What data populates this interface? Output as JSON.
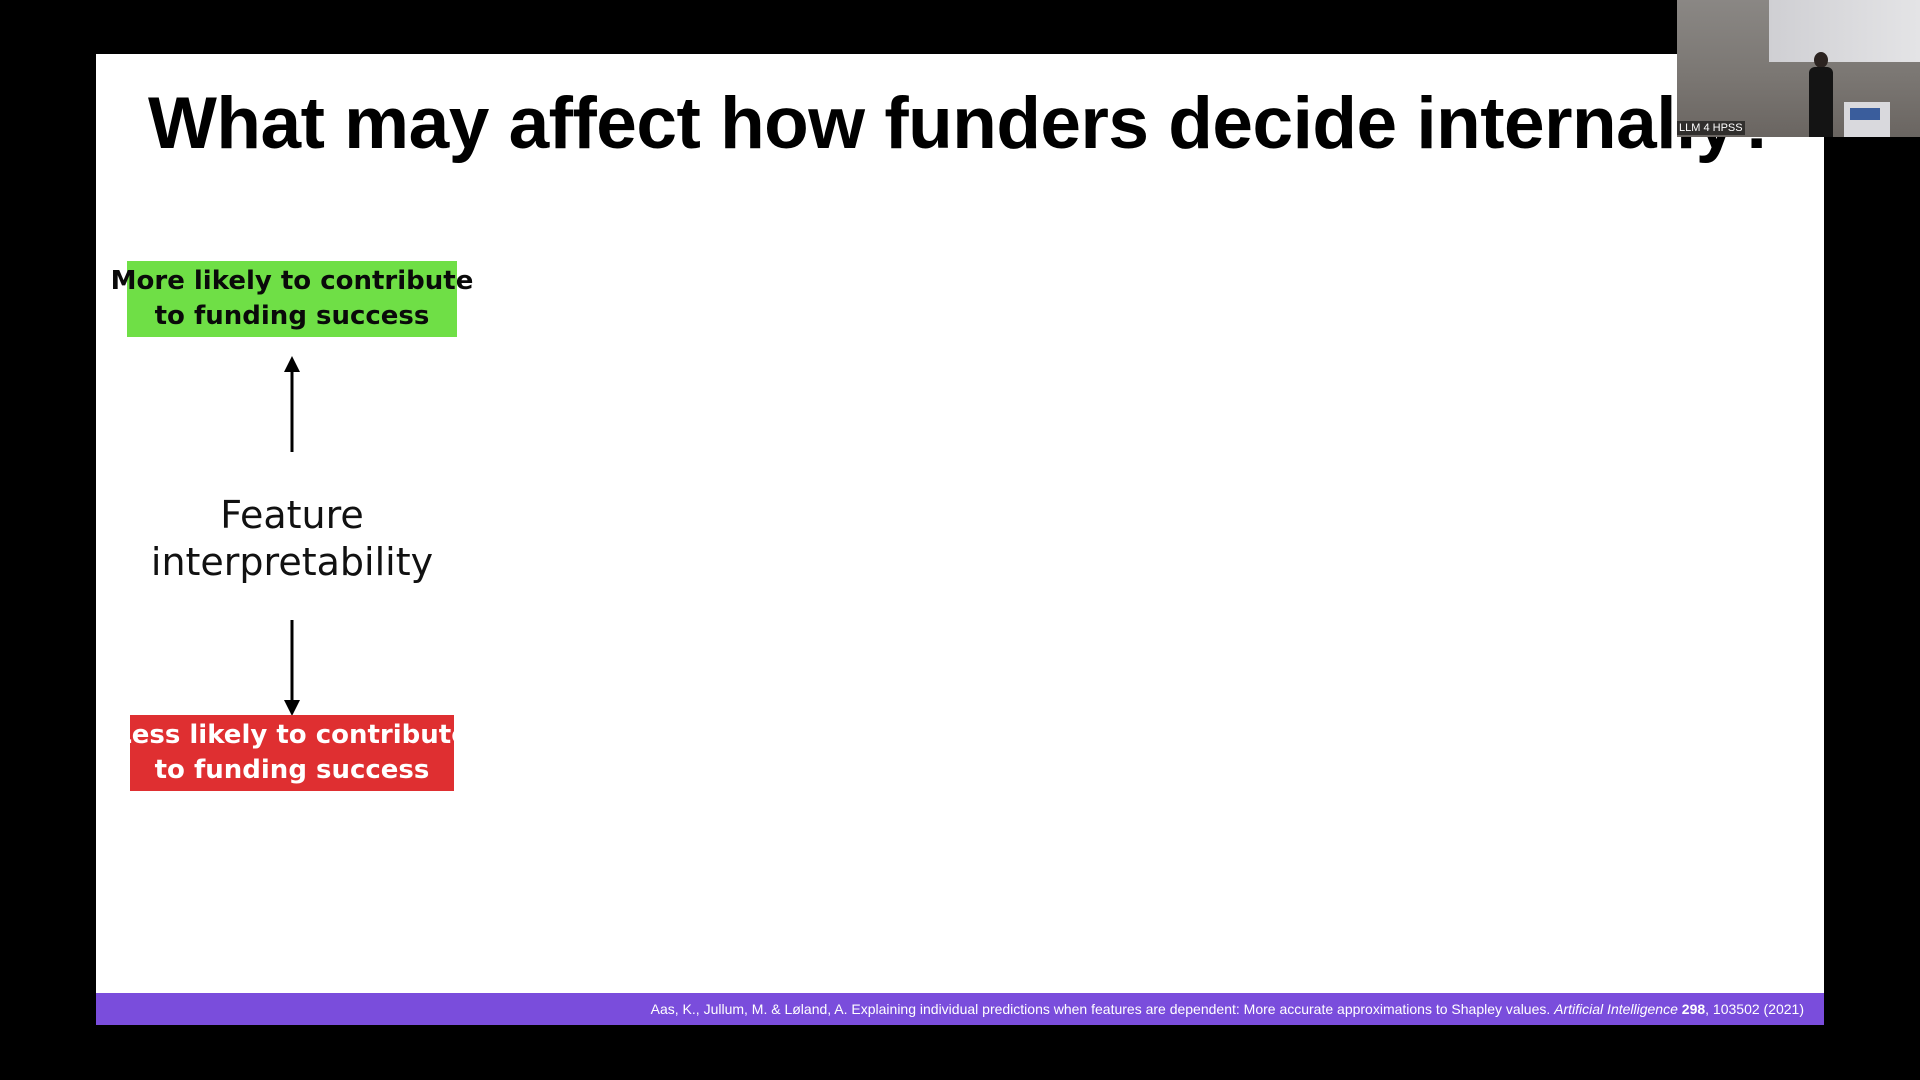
{
  "slide": {
    "title": "What may affect how funders decide internally?",
    "top_box": {
      "line1": "More likely to contribute",
      "line2": "to funding success",
      "color": "#6fdf46"
    },
    "center_label": {
      "line1": "Feature",
      "line2": "interpretability"
    },
    "bottom_box": {
      "line1": "Less likely to contribute",
      "line2": "to funding success",
      "color": "#df2f31"
    },
    "citation": {
      "authors_title": "Aas, K., Jullum, M. & Løland, A. Explaining individual predictions when features are dependent: More accurate approximations to Shapley values.",
      "journal": "Artificial Intelligence",
      "volume": "298",
      "pages_year": ", 103502 (2021)"
    },
    "footer_color": "#7a4ddc"
  },
  "camera_overlay": {
    "label": "LLM 4 HPSS"
  }
}
